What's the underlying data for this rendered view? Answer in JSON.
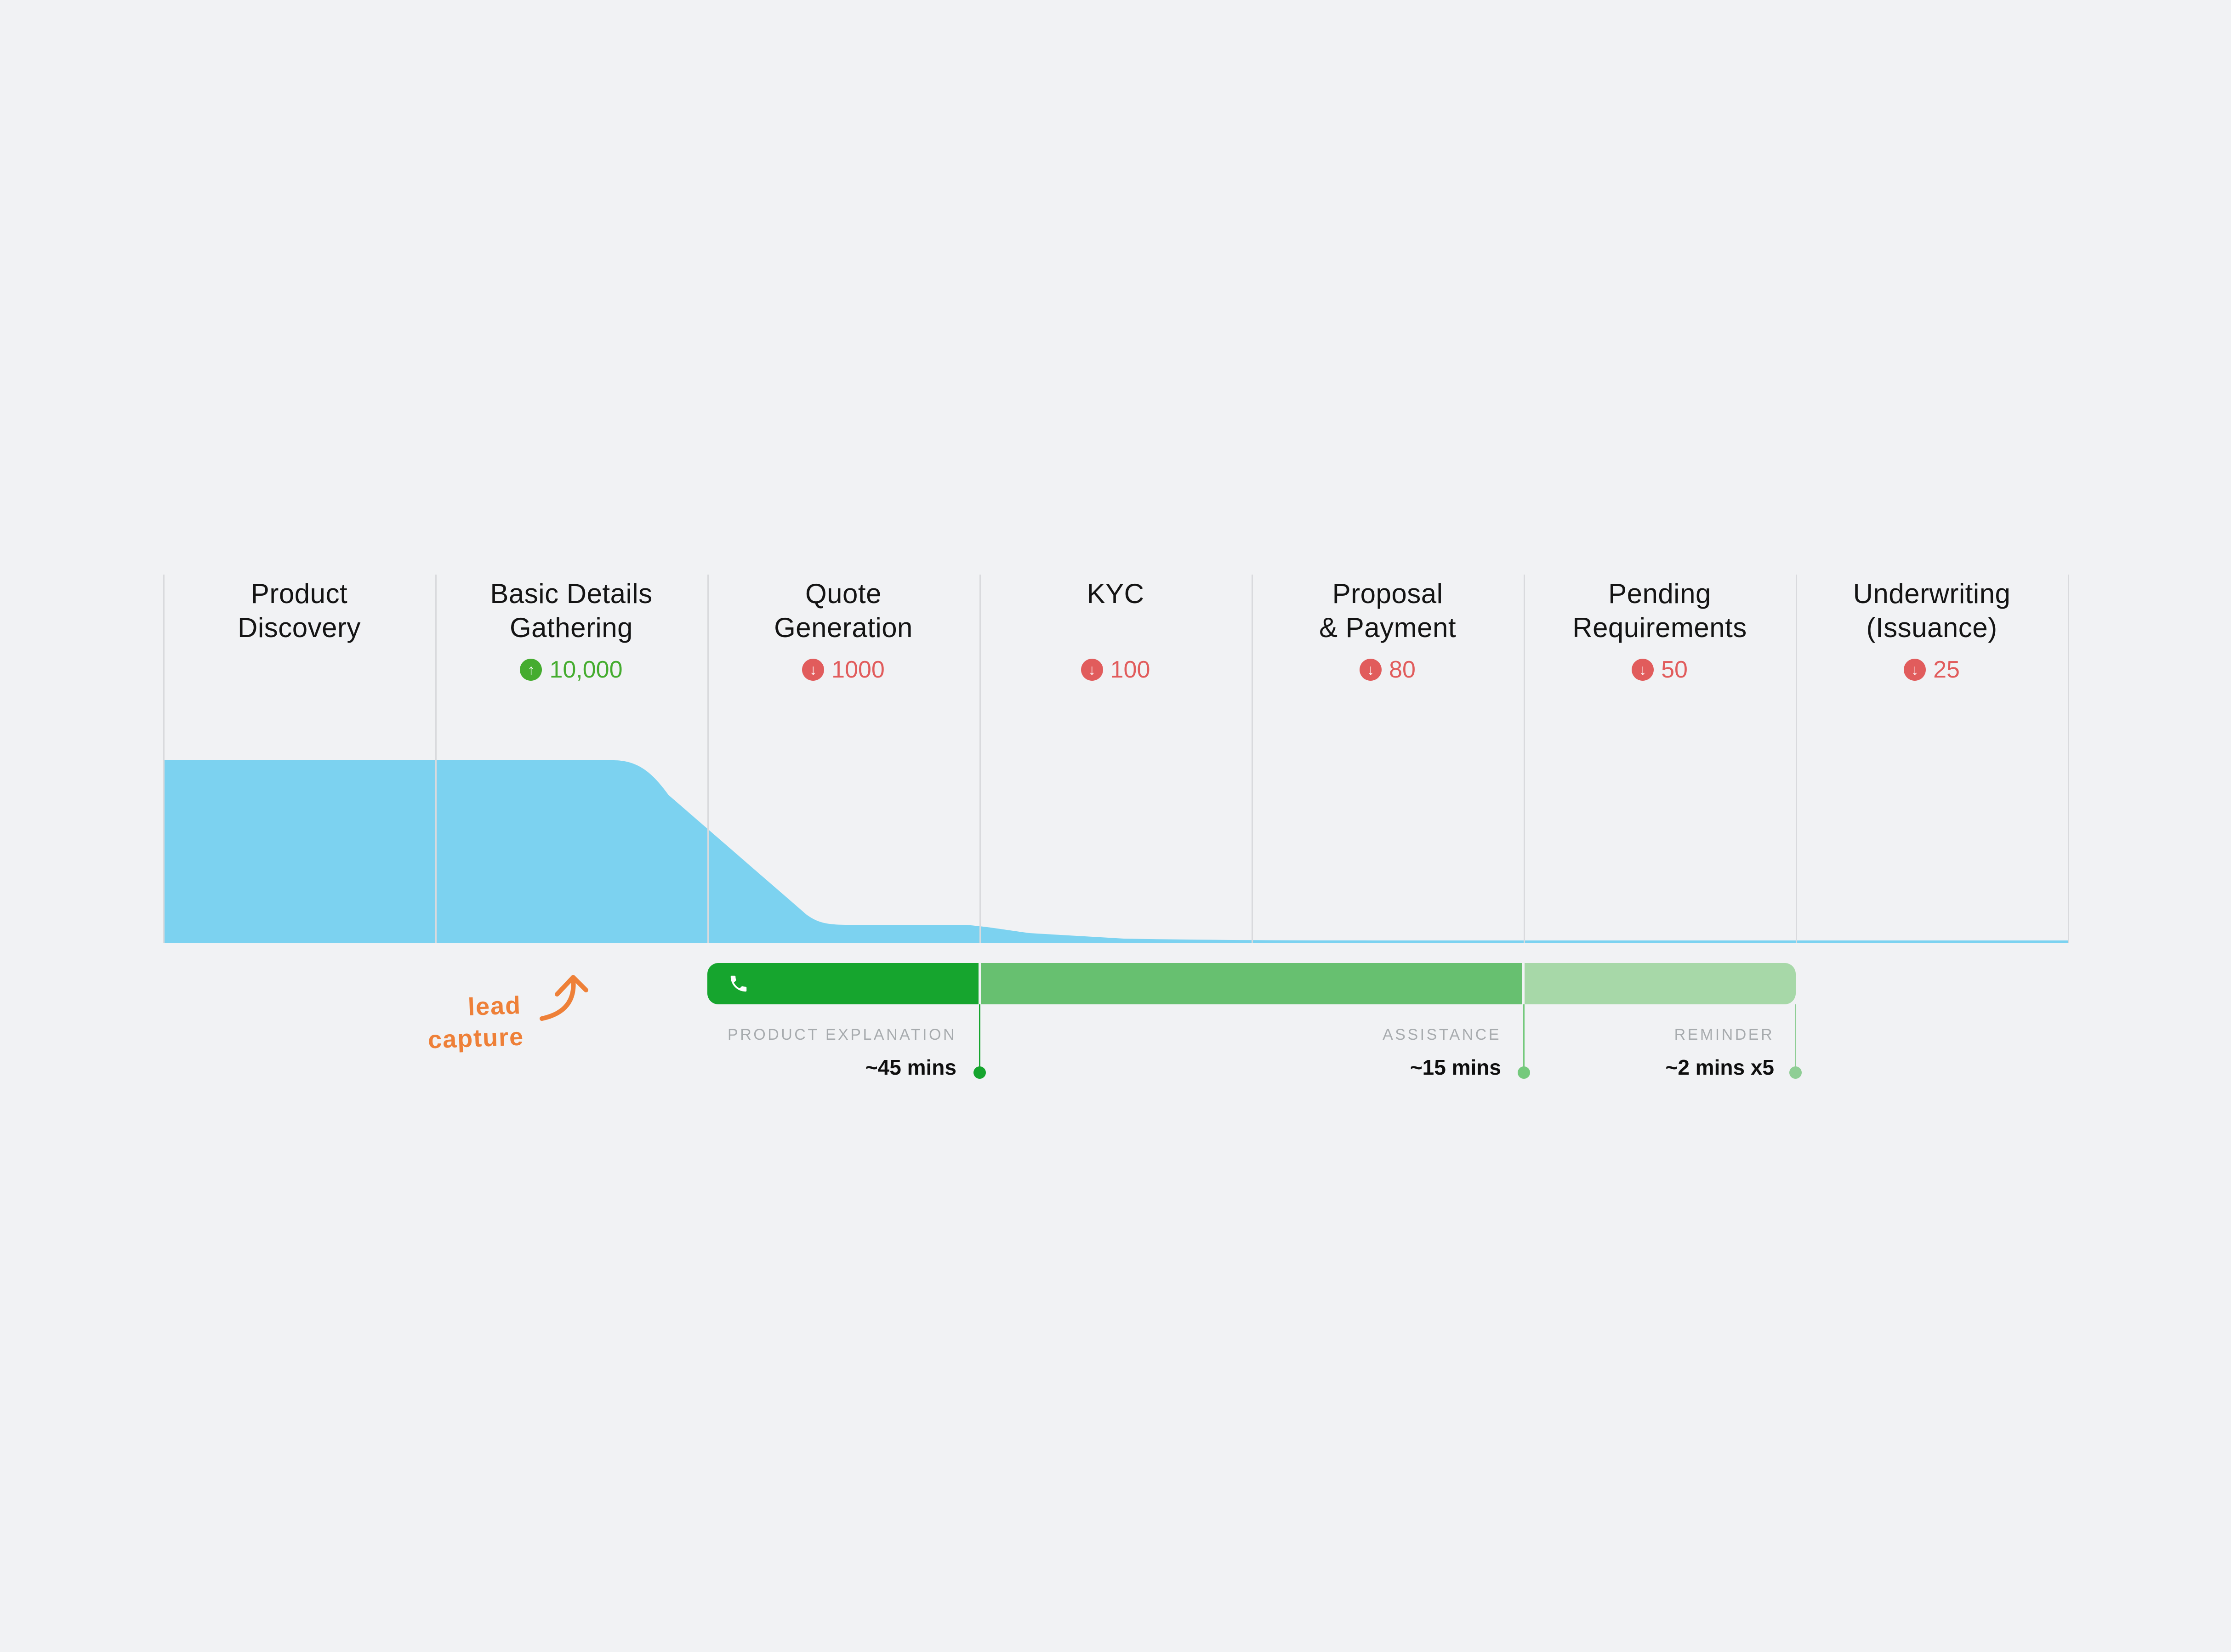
{
  "stages": [
    {
      "title": [
        "Product",
        "Discovery"
      ],
      "delta": null
    },
    {
      "title": [
        "Basic Details",
        "Gathering"
      ],
      "delta": {
        "direction": "up",
        "value": "10,000"
      }
    },
    {
      "title": [
        "Quote",
        "Generation"
      ],
      "delta": {
        "direction": "down",
        "value": "1000"
      }
    },
    {
      "title": [
        "KYC",
        ""
      ],
      "delta": {
        "direction": "down",
        "value": "100"
      }
    },
    {
      "title": [
        "Proposal",
        "& Payment"
      ],
      "delta": {
        "direction": "down",
        "value": "80"
      }
    },
    {
      "title": [
        "Pending",
        "Requirements"
      ],
      "delta": {
        "direction": "down",
        "value": "50"
      }
    },
    {
      "title": [
        "Underwriting",
        "(Issuance)"
      ],
      "delta": {
        "direction": "down",
        "value": "25"
      }
    }
  ],
  "funnel": {
    "description": "volume of customers remaining at each stage",
    "values_by_stage": [
      10000,
      10000,
      1000,
      100,
      80,
      50,
      25
    ],
    "fill_color": "#7CD2F0"
  },
  "annotation": {
    "line1": "lead",
    "line2": "capture",
    "color": "#EE8038"
  },
  "timeline": {
    "segments": [
      {
        "label": "PRODUCT EXPLANATION",
        "duration": "~45 mins",
        "color": "#16A52E",
        "marker_color": "#16A52E"
      },
      {
        "label": "ASSISTANCE",
        "duration": "~15 mins",
        "color": "#67C070",
        "marker_color": "#74C97C"
      },
      {
        "label": "REMINDER",
        "duration": "~2 mins x5",
        "color": "#A7D8A8",
        "marker_color": "#8FCE95"
      }
    ]
  },
  "icons": {
    "up_arrow": "↑",
    "down_arrow": "↓",
    "phone": "phone-handset"
  },
  "colors": {
    "background": "#F1F2F4",
    "divider": "#D9DADD",
    "title_text": "#141414",
    "increase_green": "#45AC2F",
    "decrease_red": "#E15C5C",
    "label_gray": "#A7ABAE",
    "duration_text": "#0F0F0F"
  }
}
